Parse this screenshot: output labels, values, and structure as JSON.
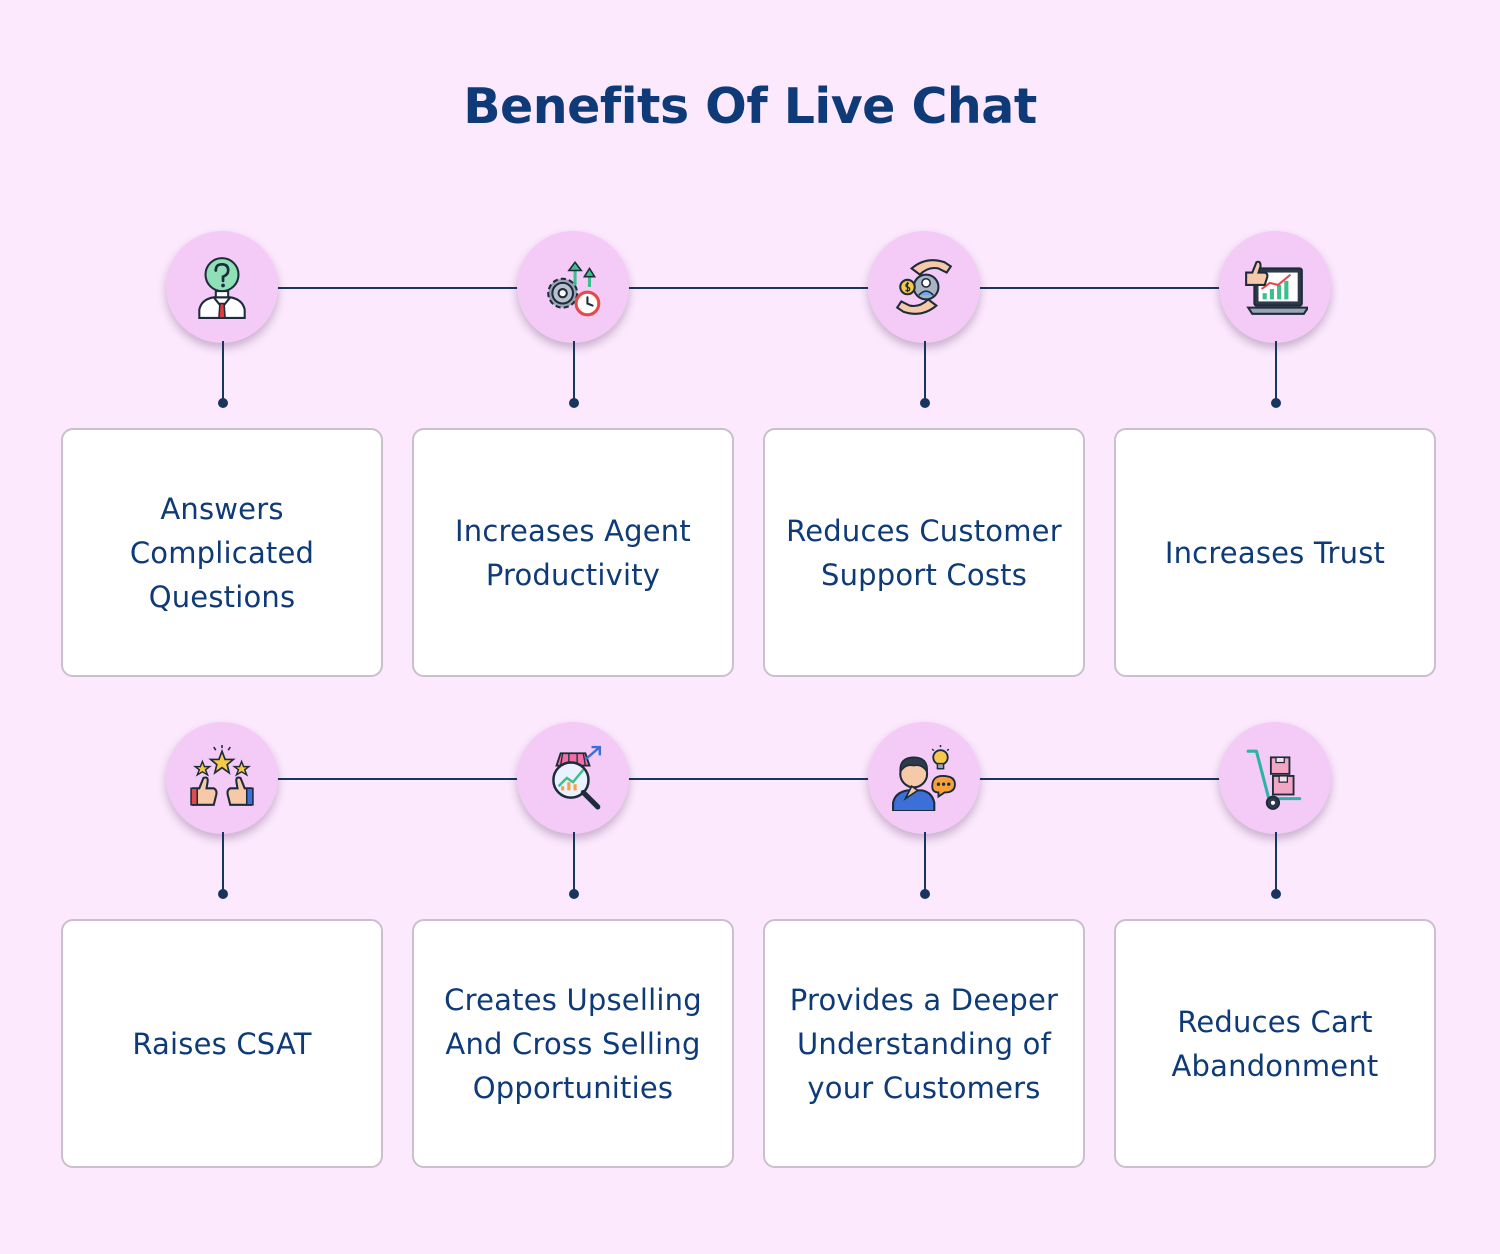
{
  "title": "Benefits Of Live Chat",
  "colors": {
    "background": "#fce9fd",
    "icon_circle": "#f3cbf6",
    "text": "#0e3b78",
    "connector": "#18355f",
    "card_border": "#c9c0cb"
  },
  "rows": [
    {
      "items": [
        {
          "label": "Answers Complicated Questions",
          "icon": "question-person-icon"
        },
        {
          "label": "Increases Agent Productivity",
          "icon": "gear-growth-clock-icon"
        },
        {
          "label": "Reduces Customer Support Costs",
          "icon": "hands-money-person-icon"
        },
        {
          "label": "Increases Trust",
          "icon": "thumbs-up-chart-laptop-icon"
        }
      ]
    },
    {
      "items": [
        {
          "label": "Raises CSAT",
          "icon": "stars-thumbs-up-icon"
        },
        {
          "label": "Creates Upselling And Cross Selling Opportunities",
          "icon": "shop-magnifier-growth-icon"
        },
        {
          "label": "Provides a Deeper Understanding of your Customers",
          "icon": "thinking-person-idea-icon"
        },
        {
          "label": "Reduces Cart Abandonment",
          "icon": "hand-truck-boxes-icon"
        }
      ]
    }
  ]
}
